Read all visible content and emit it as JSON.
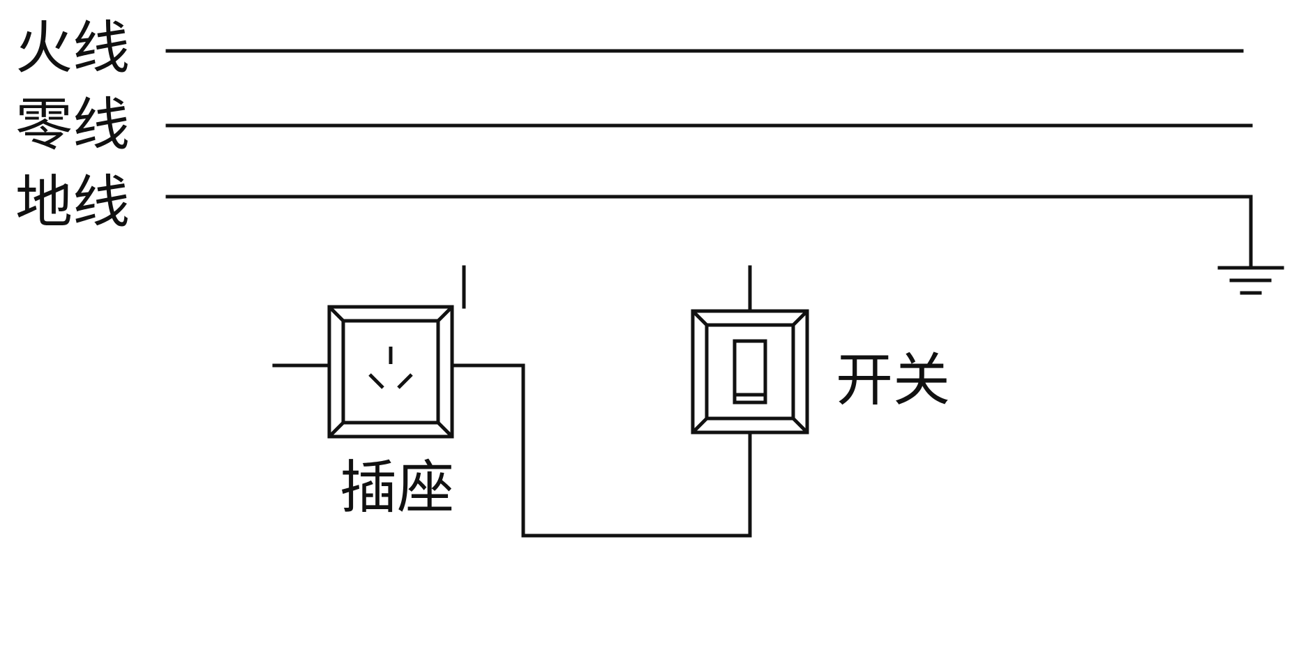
{
  "labels": {
    "live_wire": "火线",
    "neutral_wire": "零线",
    "ground_wire": "地线",
    "socket": "插座",
    "switch": "开关"
  },
  "colors": {
    "line": "#111111",
    "background": "#ffffff"
  },
  "icons": {
    "socket": "three-pin-socket-icon",
    "switch": "rocker-switch-icon",
    "ground": "ground-symbol-icon"
  }
}
